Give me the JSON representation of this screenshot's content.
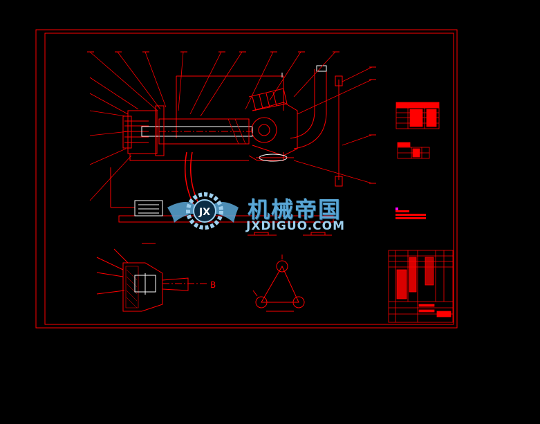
{
  "drawing": {
    "line_color": "#ff0000",
    "white_color": "#ffffff",
    "background": "#000000",
    "view_label": "B"
  },
  "watermark": {
    "cn": "机械帝国",
    "en": "JXDIGUO.COM",
    "logo_letters": "JX",
    "color": "#5aa7d6"
  }
}
